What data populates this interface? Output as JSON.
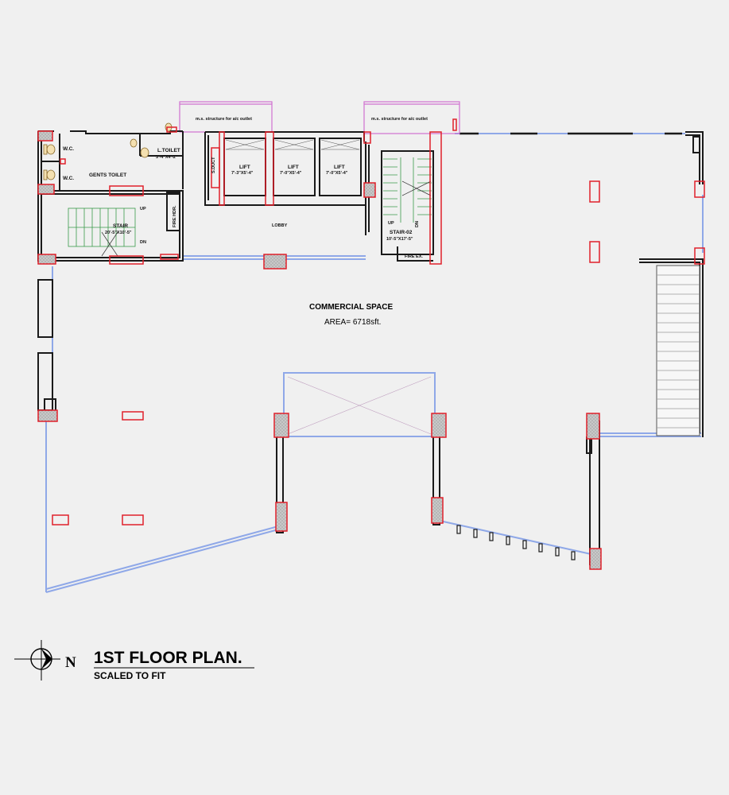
{
  "labels": {
    "ms_structure_left": "m.s. structure for a/c outlet",
    "ms_structure_right": "m.s. structure for a/c outlet",
    "wc_top": "W.C.",
    "wc_bottom": "W.C.",
    "l_toilet": "L.TOILET",
    "l_toilet_size": "5'-4\"X4'-2\"",
    "gents_toilet": "GENTS TOILET",
    "s_duct": "S.DUCT",
    "lift_1": "LIFT",
    "lift_1_size": "7'-3\"X5'-4\"",
    "lift_2": "LIFT",
    "lift_2_size": "7'-0\"X5'-4\"",
    "lift_3": "LIFT",
    "lift_3_size": "7'-0\"X5'-4\"",
    "fire_hdr": "FIRE HDR.",
    "lobby": "LOBBY",
    "stair_1": "STAIR",
    "stair_1_size": "20'-5\"X10'-5\"",
    "stair_1_up": "UP",
    "stair_1_dn": "DN",
    "stair_2": "STAIR-02",
    "stair_2_size": "10'-5\"X17'-5\"",
    "stair_2_up": "UP",
    "stair_2_dn": "DN",
    "fire_ex": "FIRE EX.",
    "commercial_space": "COMMERCIAL SPACE",
    "area": "AREA= 6718sft."
  },
  "title_block": {
    "title": "1ST FLOOR PLAN.",
    "scale": "SCALED TO FIT",
    "north": "N"
  },
  "colors": {
    "background": "#f0f0f0",
    "wall": "#1a1a1a",
    "column": "#e0202a",
    "glazing": "#8fa8e8",
    "ms_structure": "#d070d0",
    "stair": "#3a9a4a"
  }
}
